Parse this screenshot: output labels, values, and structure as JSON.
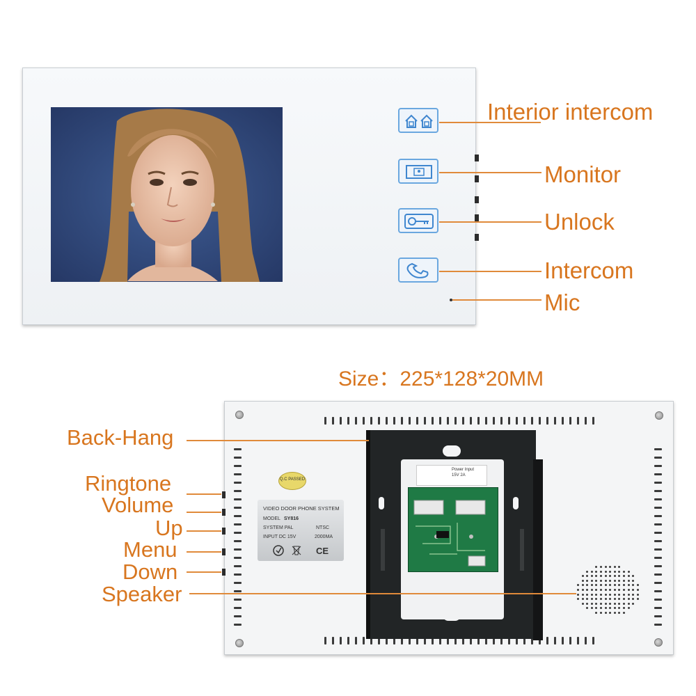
{
  "front_labels": {
    "interior_intercom": "Interior intercom",
    "monitor": "Monitor",
    "unlock": "Unlock",
    "intercom": "Intercom",
    "mic": "Mic"
  },
  "size_text": "Size：225*128*20MM",
  "back_labels": {
    "back_hang": "Back-Hang",
    "ringtone": "Ringtone",
    "volume": "Volume",
    "up": "Up",
    "menu": "Menu",
    "down": "Down",
    "speaker": "Speaker"
  },
  "qc_sticker": "Q.C PASSED",
  "spec_label": {
    "title": "VIDEO DOOR PHONE SYSTEM",
    "model_key": "MODEL",
    "model_val": "SY816",
    "system": "SYSTEM  PAL",
    "ntsc": "NTSC",
    "input": "INPUT   DC 15V",
    "current": "2000MA",
    "ce": "CE"
  },
  "power_label": "Power Input\n15V 2A",
  "colors": {
    "label": "#d8761f",
    "leader": "#e08a3a",
    "button_border": "#6aa7df"
  }
}
